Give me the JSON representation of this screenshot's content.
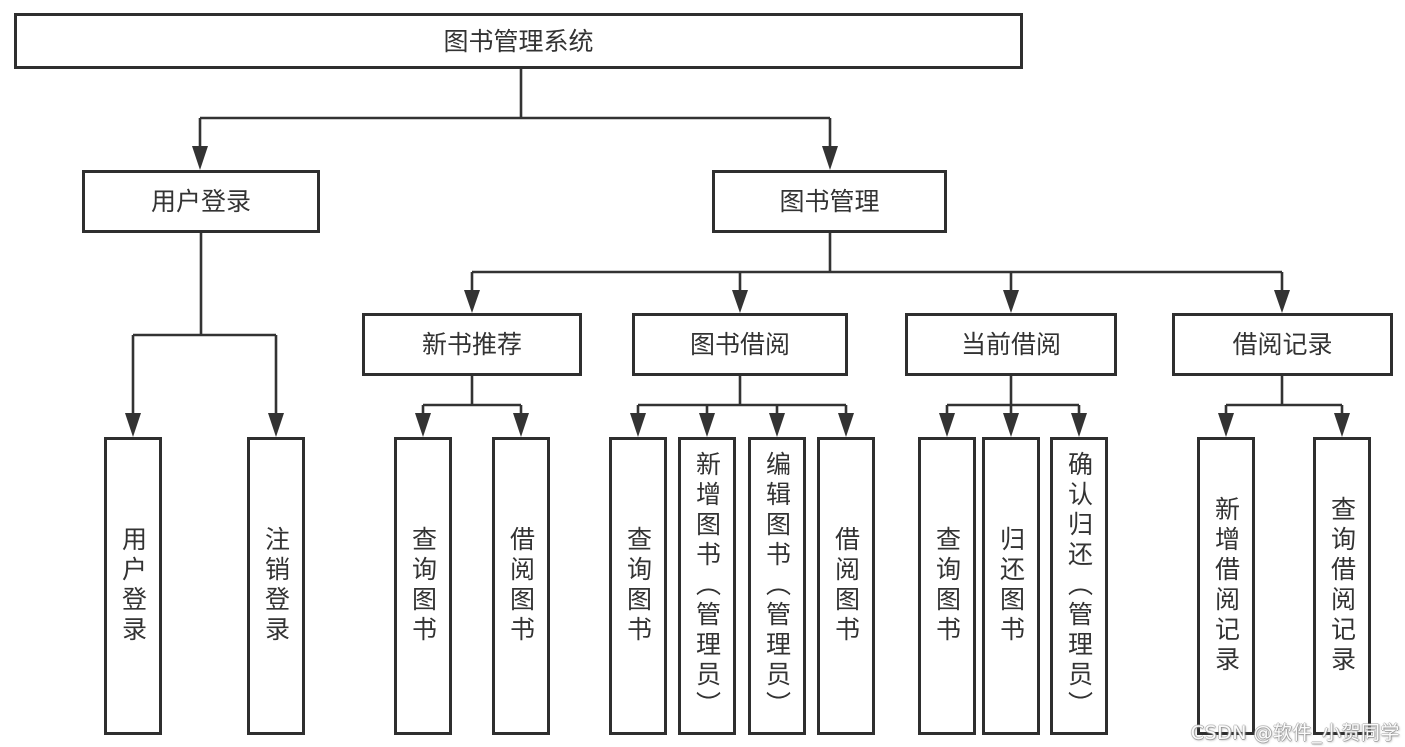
{
  "colors": {
    "line": "#333333",
    "node_border": "#2f2f2f",
    "node_text": "#333333",
    "background": "#ffffff",
    "watermark_text": "#fbfbfb"
  },
  "watermark": {
    "text": "CSDN @软件_小贺同学"
  },
  "tree": {
    "root": {
      "label": "图书管理系统",
      "children": [
        {
          "label": "用户登录",
          "children": [
            {
              "label": "用户登录"
            },
            {
              "label": "注销登录"
            }
          ]
        },
        {
          "label": "图书管理",
          "children": [
            {
              "label": "新书推荐",
              "children": [
                {
                  "label": "查询图书"
                },
                {
                  "label": "借阅图书"
                }
              ]
            },
            {
              "label": "图书借阅",
              "children": [
                {
                  "label": "查询图书"
                },
                {
                  "label": "新增图书（管理员）"
                },
                {
                  "label": "编辑图书（管理员）"
                },
                {
                  "label": "借阅图书"
                }
              ]
            },
            {
              "label": "当前借阅",
              "children": [
                {
                  "label": "查询图书"
                },
                {
                  "label": "归还图书"
                },
                {
                  "label": "确认归还（管理员）"
                }
              ]
            },
            {
              "label": "借阅记录",
              "children": [
                {
                  "label": "新增借阅记录"
                },
                {
                  "label": "查询借阅记录"
                }
              ]
            }
          ]
        }
      ]
    }
  }
}
